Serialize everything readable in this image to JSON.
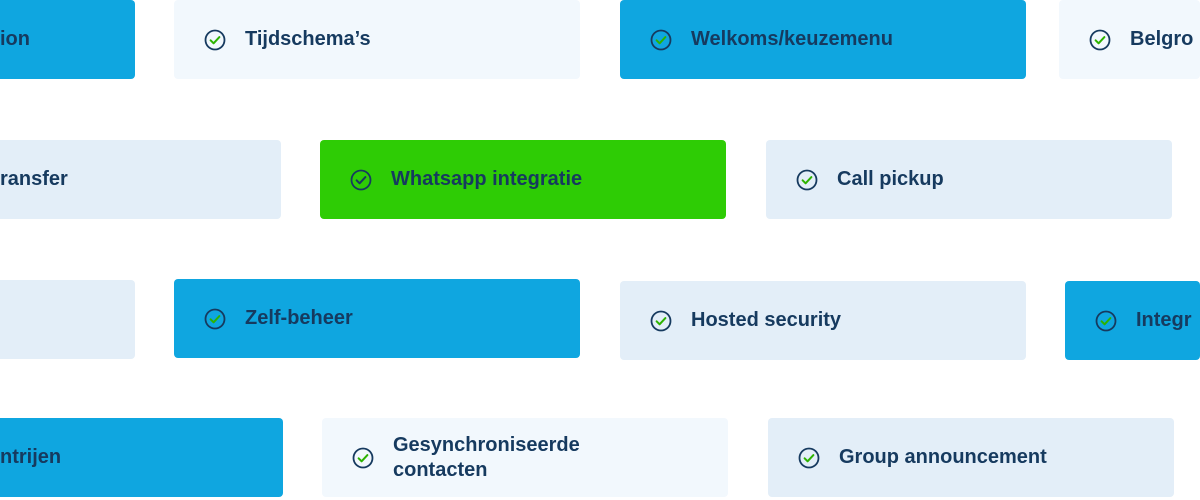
{
  "colors": {
    "blue": "#0fa6e0",
    "pale": "#f2f8fd",
    "light": "#e3eef8",
    "green": "#2ecc05",
    "text": "#163a5f",
    "check": "#2db300"
  },
  "rows": [
    {
      "tiles": [
        {
          "label": "ion"
        },
        {
          "label": "Tijdschema’s",
          "icon": "check-circle-icon"
        },
        {
          "label": "Welkoms/keuzemenu",
          "icon": "check-circle-icon"
        },
        {
          "label": "Belgro",
          "icon": "check-circle-icon"
        }
      ]
    },
    {
      "tiles": [
        {
          "label": "ransfer"
        },
        {
          "label": "Whatsapp integratie",
          "icon": "check-circle-icon"
        },
        {
          "label": "Call pickup",
          "icon": "check-circle-icon"
        }
      ]
    },
    {
      "tiles": [
        {
          "label": ""
        },
        {
          "label": "Zelf-beheer",
          "icon": "check-circle-icon"
        },
        {
          "label": "Hosted security",
          "icon": "check-circle-icon"
        },
        {
          "label": "Integr",
          "icon": "check-circle-icon"
        }
      ]
    },
    {
      "tiles": [
        {
          "label": "ntrijen"
        },
        {
          "label": "Gesynchroniseerde contacten",
          "icon": "check-circle-icon"
        },
        {
          "label": "Group announcement",
          "icon": "check-circle-icon"
        }
      ]
    }
  ]
}
